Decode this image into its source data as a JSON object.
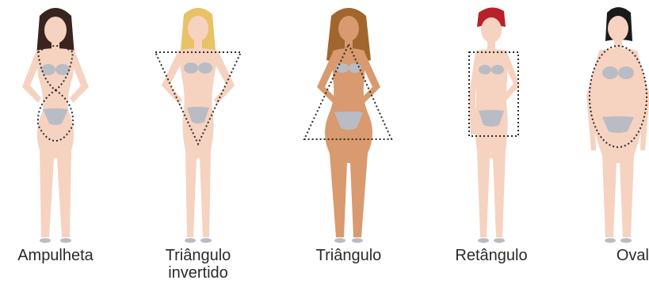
{
  "shapes": [
    {
      "name": "ampulheta",
      "label": "Ampulheta"
    },
    {
      "name": "triangulo-invertido",
      "label": "Triângulo\ninvertido"
    },
    {
      "name": "triangulo",
      "label": "Triângulo"
    },
    {
      "name": "retangulo",
      "label": "Retângulo"
    },
    {
      "name": "oval",
      "label": "Oval"
    }
  ],
  "colors": {
    "skin_light": "#f6d2c0",
    "skin_tan": "#d89a6e",
    "bikini": "#b9bcc4",
    "outline": "#2b2b2b",
    "hair_dark": "#3a2420",
    "hair_blonde": "#e8c265",
    "hair_brown": "#a0662e",
    "hair_red": "#b8202a",
    "hair_black": "#1a1a1a",
    "label_text": "#2a2a2a"
  }
}
